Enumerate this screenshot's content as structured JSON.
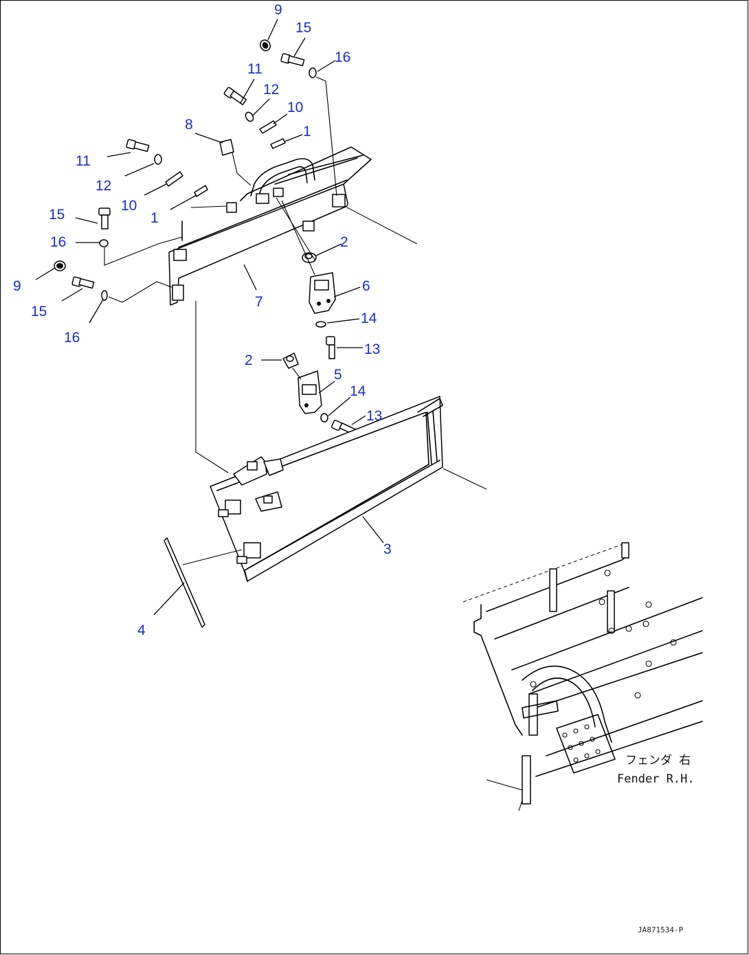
{
  "diagram": {
    "callouts": {
      "c9a": "9",
      "c15a": "15",
      "c16a": "16",
      "c11a": "11",
      "c12a": "12",
      "c10a": "10",
      "c1a": "1",
      "c8": "8",
      "c11b": "11",
      "c12b": "12",
      "c10b": "10",
      "c1b": "1",
      "c15b": "15",
      "c16b": "16",
      "c9b": "9",
      "c15c": "15",
      "c16c": "16",
      "c7": "7",
      "c2a": "2",
      "c6": "6",
      "c14a": "14",
      "c13a": "13",
      "c2b": "2",
      "c5": "5",
      "c14b": "14",
      "c13b": "13",
      "c3": "3",
      "c4": "4"
    },
    "inset": {
      "label_jp": "フェンダ 右",
      "label_en": "Fender R.H."
    },
    "drawing_code": "JA871534-P"
  }
}
